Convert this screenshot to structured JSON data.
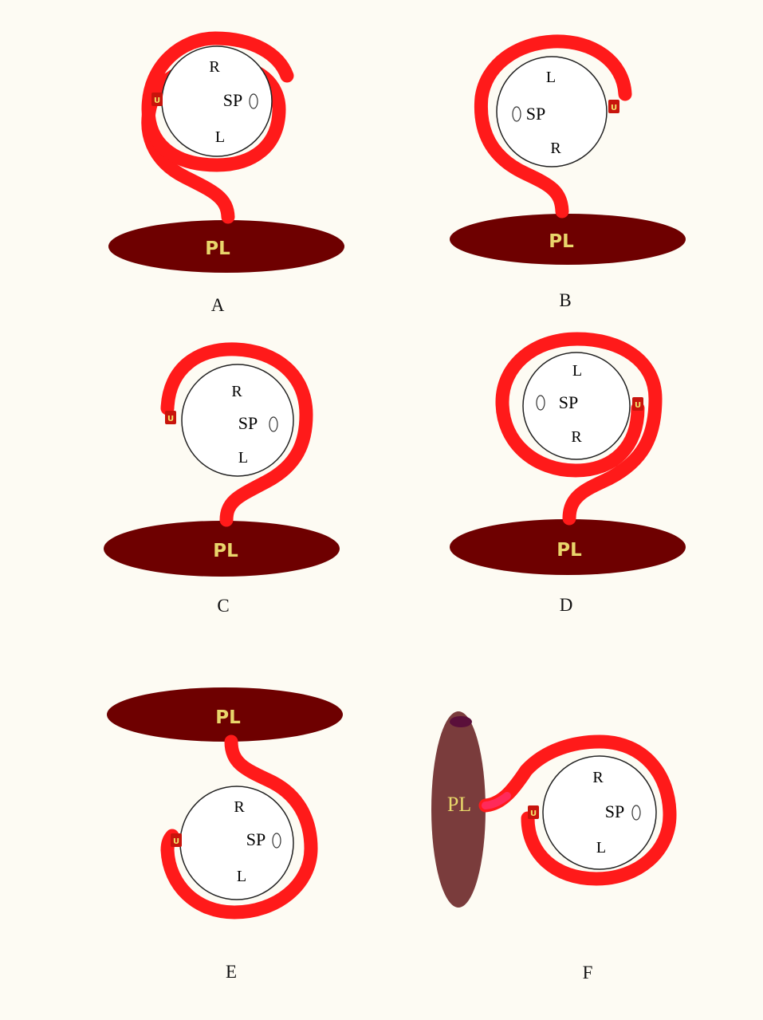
{
  "colors": {
    "background": "#fdfbf3",
    "cord": "#ff1a1a",
    "placenta": "#6e0000",
    "placenta_side": "#7a3c3c",
    "placenta_label": "#e9d56b"
  },
  "panels": [
    {
      "label": "A",
      "placenta": "PL",
      "spine": "SP",
      "top": "R",
      "bottom": "L",
      "marker": "U"
    },
    {
      "label": "B",
      "placenta": "PL",
      "spine": "SP",
      "top": "L",
      "bottom": "R",
      "marker": "U"
    },
    {
      "label": "C",
      "placenta": "PL",
      "spine": "SP",
      "top": "R",
      "bottom": "L",
      "marker": "U"
    },
    {
      "label": "D",
      "placenta": "PL",
      "spine": "SP",
      "top": "L",
      "bottom": "R",
      "marker": "U"
    },
    {
      "label": "E",
      "placenta": "PL",
      "spine": "SP",
      "top": "R",
      "bottom": "L",
      "marker": "U"
    },
    {
      "label": "F",
      "placenta": "PL",
      "spine": "SP",
      "top": "R",
      "bottom": "L",
      "marker": "U"
    }
  ]
}
